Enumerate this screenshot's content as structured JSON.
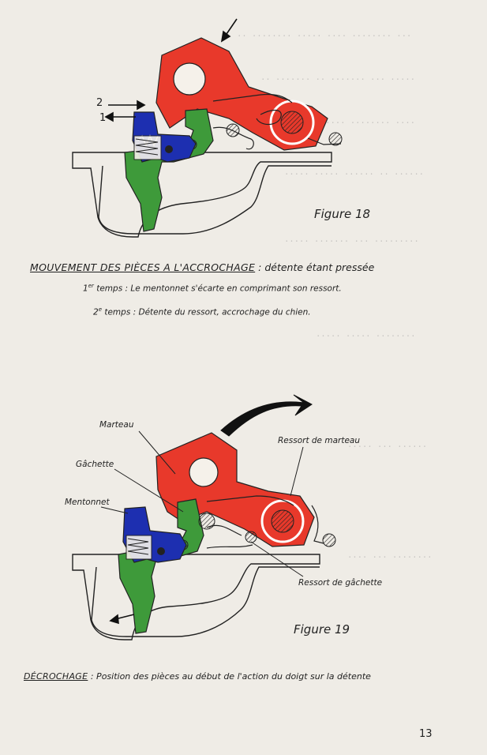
{
  "figure1": {
    "caption": "Figure 18",
    "arrow_labels": [
      "2",
      "1"
    ]
  },
  "section": {
    "heading": "MOUVEMENT DES PIÈCES A L'ACCROCHAGE",
    "heading_suffix": ": détente étant pressée",
    "steps": [
      {
        "ordinal": "1",
        "ordinal_sup": "er",
        "label": "temps",
        "text": ": Le mentonnet s'écarte en comprimant son ressort."
      },
      {
        "ordinal": "2",
        "ordinal_sup": "e",
        "label": "temps",
        "text": ": Détente du ressort, accrochage du chien."
      }
    ]
  },
  "figure2": {
    "caption": "Figure 19",
    "labels": {
      "marteau": "Marteau",
      "ressort_marteau": "Ressort de marteau",
      "gachette": "Gâchette",
      "mentonnet": "Mentonnet",
      "ressort_gachette": "Ressort de gâchette"
    }
  },
  "decrochage": {
    "heading": "DÉCROCHAGE",
    "text": ": Position des pièces au début de l'action du doigt sur la détente"
  },
  "page_number": "13",
  "colors": {
    "hammer": "#e8392b",
    "trigger": "#3e9a3a",
    "sear": "#1d2fb0",
    "paper": "#efece6"
  }
}
